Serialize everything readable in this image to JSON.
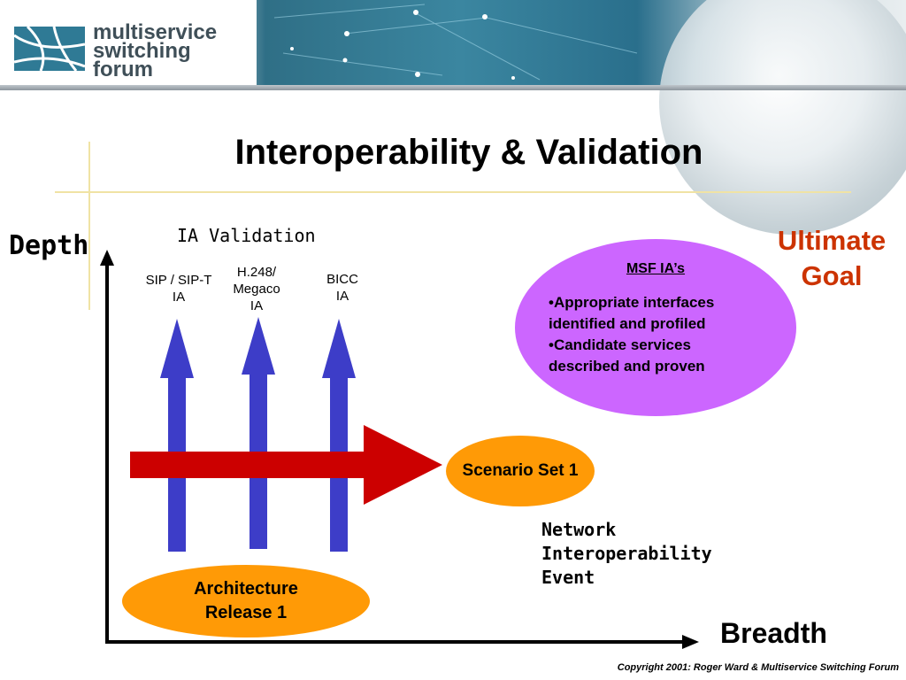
{
  "header": {
    "logo_lines": [
      "multiservice",
      "switching",
      "forum"
    ]
  },
  "title": "Interoperability & Validation",
  "axes": {
    "y_label": "Depth",
    "x_label": "Breadth"
  },
  "ia_validation": "IA Validation",
  "protocols": [
    {
      "lines": [
        "SIP / SIP-T",
        "IA"
      ]
    },
    {
      "lines": [
        "H.248/",
        "Megaco",
        "IA"
      ]
    },
    {
      "lines": [
        "BICC",
        "IA"
      ]
    }
  ],
  "architecture": [
    "Architecture",
    "Release 1"
  ],
  "scenario": "Scenario Set 1",
  "network_event": [
    "Network",
    "Interoperability",
    "Event"
  ],
  "ultimate_goal": [
    "Ultimate",
    "Goal"
  ],
  "msf": {
    "title": "MSF IA’s",
    "items": [
      "•Appropriate  interfaces",
      "identified and profiled",
      "•Candidate services",
      "described and proven"
    ]
  },
  "copyright": "Copyright 2001: Roger Ward & Multiservice Switching Forum",
  "colors": {
    "blue_arrow": "#3d3dc8",
    "red_arrow": "#cc0000",
    "orange": "#ff9a06",
    "purple": "#cc66ff",
    "goal_text": "#cc3300",
    "banner": "#2f7a95"
  }
}
